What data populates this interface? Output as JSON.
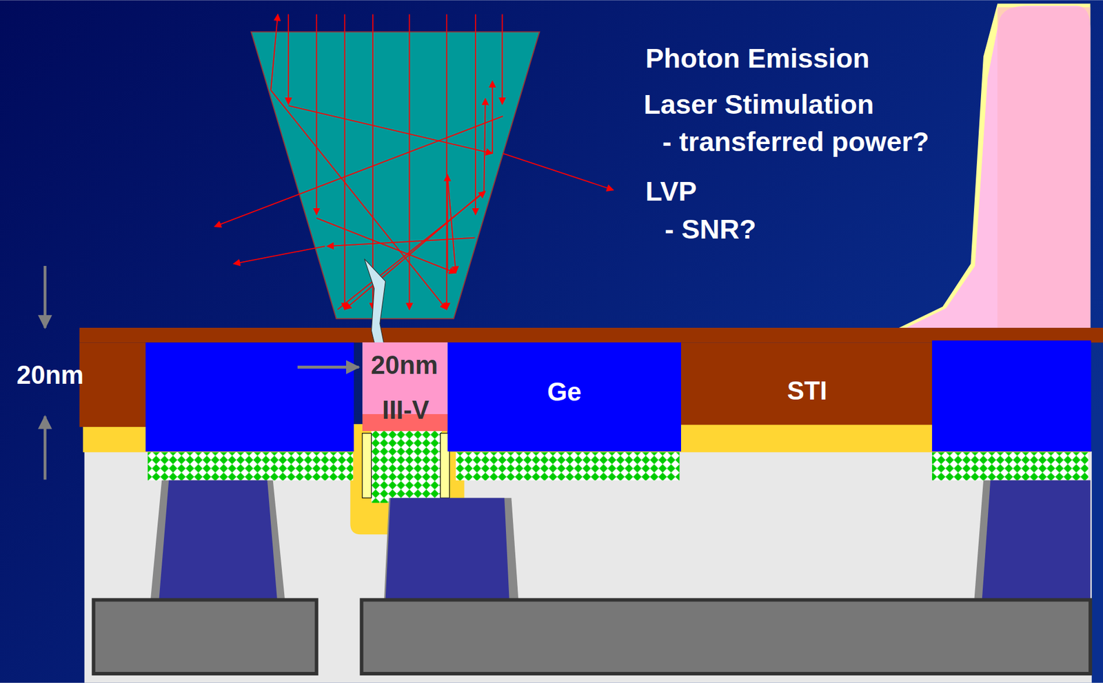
{
  "diagram": {
    "nodes": [
      {
        "text": [
          "III-V"
        ]
      },
      {
        "text": [
          "Ge"
        ]
      },
      {
        "text": [
          "STI"
        ]
      }
    ],
    "labels": [
      "Photon Emission",
      "Laser Stimulation",
      "- transferred power?",
      "LVP",
      "- SNR?",
      "20nm",
      "20nm"
    ]
  }
}
